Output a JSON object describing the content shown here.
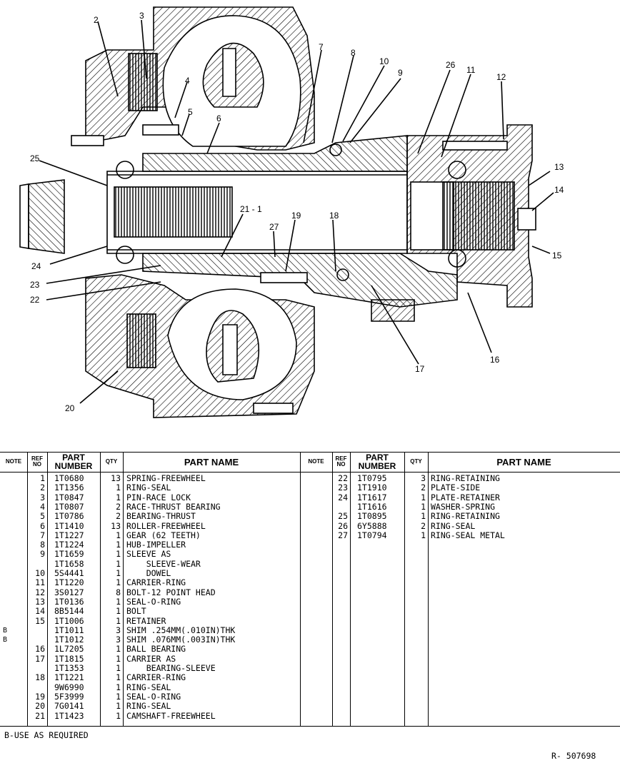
{
  "callouts": [
    "2",
    "3",
    "4",
    "5",
    "6",
    "7",
    "8",
    "10",
    "9",
    "26",
    "11",
    "12",
    "25",
    "13",
    "14",
    "21 - 1",
    "19",
    "27",
    "18",
    "15",
    "24",
    "23",
    "22",
    "16",
    "17",
    "20"
  ],
  "headers": {
    "note": "NOTE",
    "ref_no": [
      "REF",
      "NO"
    ],
    "part_number": [
      "PART",
      "NUMBER"
    ],
    "qty": "QTY",
    "part_name": "PART NAME"
  },
  "left_rows": [
    {
      "note": "",
      "ref": "1",
      "part": "1T0680",
      "qty": "13",
      "name": "SPRING-FREEWHEEL"
    },
    {
      "note": "",
      "ref": "2",
      "part": "1T1356",
      "qty": "1",
      "name": "RING-SEAL"
    },
    {
      "note": "",
      "ref": "3",
      "part": "1T0847",
      "qty": "1",
      "name": "PIN-RACE LOCK"
    },
    {
      "note": "",
      "ref": "4",
      "part": "1T0807",
      "qty": "2",
      "name": "RACE-THRUST BEARING"
    },
    {
      "note": "",
      "ref": "5",
      "part": "1T0786",
      "qty": "2",
      "name": "BEARING-THRUST"
    },
    {
      "note": "",
      "ref": "6",
      "part": "1T1410",
      "qty": "13",
      "name": "ROLLER-FREEWHEEL"
    },
    {
      "note": "",
      "ref": "7",
      "part": "1T1227",
      "qty": "1",
      "name": "GEAR (62 TEETH)"
    },
    {
      "note": "",
      "ref": "8",
      "part": "1T1224",
      "qty": "1",
      "name": "HUB-IMPELLER"
    },
    {
      "note": "",
      "ref": "9",
      "part": "1T1659",
      "qty": "1",
      "name": "SLEEVE AS"
    },
    {
      "note": "",
      "ref": "",
      "part": "1T1658",
      "qty": "1",
      "name": "    SLEEVE-WEAR"
    },
    {
      "note": "",
      "ref": "10",
      "part": "5S4441",
      "qty": "1",
      "name": "    DOWEL"
    },
    {
      "note": "",
      "ref": "11",
      "part": "1T1220",
      "qty": "1",
      "name": "CARRIER-RING"
    },
    {
      "note": "",
      "ref": "12",
      "part": "3S0127",
      "qty": "8",
      "name": "BOLT-12 POINT HEAD"
    },
    {
      "note": "",
      "ref": "13",
      "part": "1T0136",
      "qty": "1",
      "name": "SEAL-O-RING"
    },
    {
      "note": "",
      "ref": "14",
      "part": "8B5144",
      "qty": "1",
      "name": "BOLT"
    },
    {
      "note": "",
      "ref": "15",
      "part": "1T1006",
      "qty": "1",
      "name": "RETAINER"
    },
    {
      "note": "B",
      "ref": "",
      "part": "1T1011",
      "qty": "3",
      "name": "SHIM .254MM(.010IN)THK"
    },
    {
      "note": "B",
      "ref": "",
      "part": "1T1012",
      "qty": "3",
      "name": "SHIM .076MM(.003IN)THK"
    },
    {
      "note": "",
      "ref": "16",
      "part": "1L7205",
      "qty": "1",
      "name": "BALL BEARING"
    },
    {
      "note": "",
      "ref": "17",
      "part": "1T1815",
      "qty": "1",
      "name": "CARRIER AS"
    },
    {
      "note": "",
      "ref": "",
      "part": "1T1353",
      "qty": "1",
      "name": "    BEARING-SLEEVE"
    },
    {
      "note": "",
      "ref": "18",
      "part": "1T1221",
      "qty": "1",
      "name": "CARRIER-RING"
    },
    {
      "note": "",
      "ref": "",
      "part": "9W6990",
      "qty": "1",
      "name": "RING-SEAL"
    },
    {
      "note": "",
      "ref": "19",
      "part": "5F3999",
      "qty": "1",
      "name": "SEAL-O-RING"
    },
    {
      "note": "",
      "ref": "20",
      "part": "7G0141",
      "qty": "1",
      "name": "RING-SEAL"
    },
    {
      "note": "",
      "ref": "21",
      "part": "1T1423",
      "qty": "1",
      "name": "CAMSHAFT-FREEWHEEL"
    }
  ],
  "right_rows": [
    {
      "note": "",
      "ref": "22",
      "part": "1T0795",
      "qty": "3",
      "name": "RING-RETAINING"
    },
    {
      "note": "",
      "ref": "23",
      "part": "1T1910",
      "qty": "2",
      "name": "PLATE-SIDE"
    },
    {
      "note": "",
      "ref": "24",
      "part": "1T1617",
      "qty": "1",
      "name": "PLATE-RETAINER"
    },
    {
      "note": "",
      "ref": "",
      "part": "1T1616",
      "qty": "1",
      "name": "WASHER-SPRING"
    },
    {
      "note": "",
      "ref": "25",
      "part": "1T0895",
      "qty": "1",
      "name": "RING-RETAINING"
    },
    {
      "note": "",
      "ref": "26",
      "part": "6Y5888",
      "qty": "2",
      "name": "RING-SEAL"
    },
    {
      "note": "",
      "ref": "27",
      "part": "1T0794",
      "qty": "1",
      "name": "RING-SEAL METAL"
    }
  ],
  "footnote": "B-USE AS REQUIRED",
  "ref_code": "R-  507698"
}
